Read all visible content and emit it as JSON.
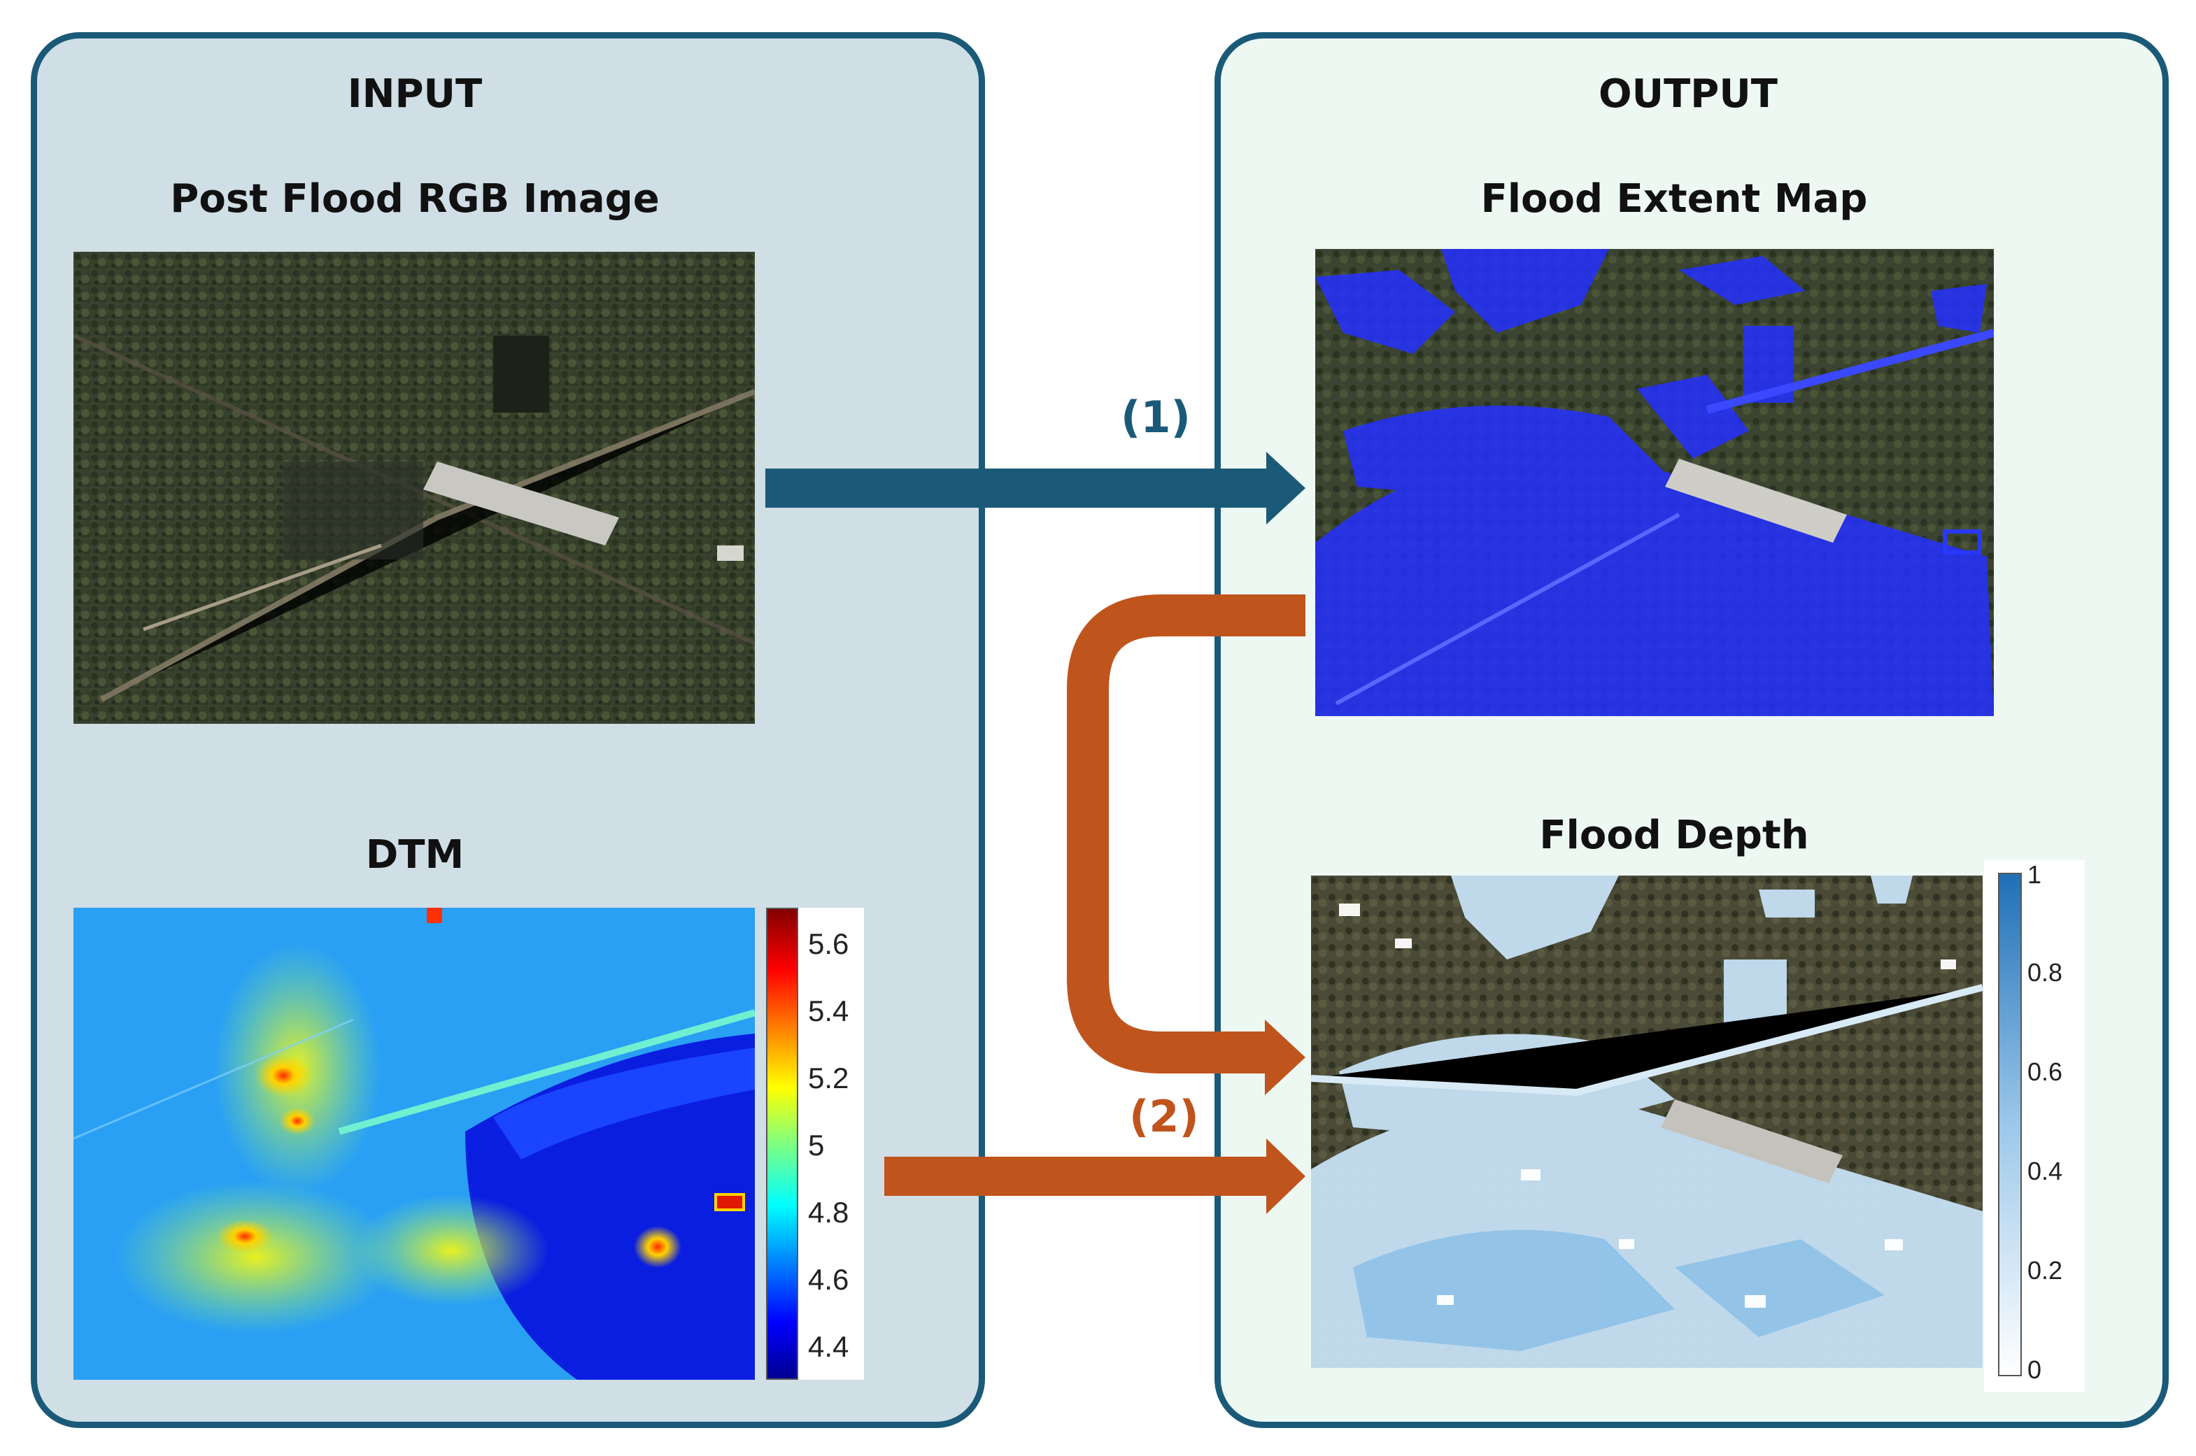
{
  "input_panel": {
    "title": "INPUT",
    "rgb_caption": "Post Flood RGB Image",
    "dtm_caption": "DTM",
    "dtm_colorbar_ticks": [
      "5.6",
      "5.4",
      "5.2",
      "5",
      "4.8",
      "4.6",
      "4.4"
    ]
  },
  "output_panel": {
    "title": "OUTPUT",
    "extent_caption": "Flood Extent Map",
    "depth_caption": "Flood Depth",
    "depth_colorbar_ticks": [
      "1",
      "0.8",
      "0.6",
      "0.4",
      "0.2",
      "0"
    ]
  },
  "steps": {
    "step1": "(1)",
    "step2": "(2)"
  },
  "colors": {
    "panel_border": "#1a5a78",
    "input_bg": "#d0dee5",
    "output_bg": "#eef8f3",
    "arrow_step1": "#1a5a78",
    "arrow_step2": "#c0541d"
  }
}
